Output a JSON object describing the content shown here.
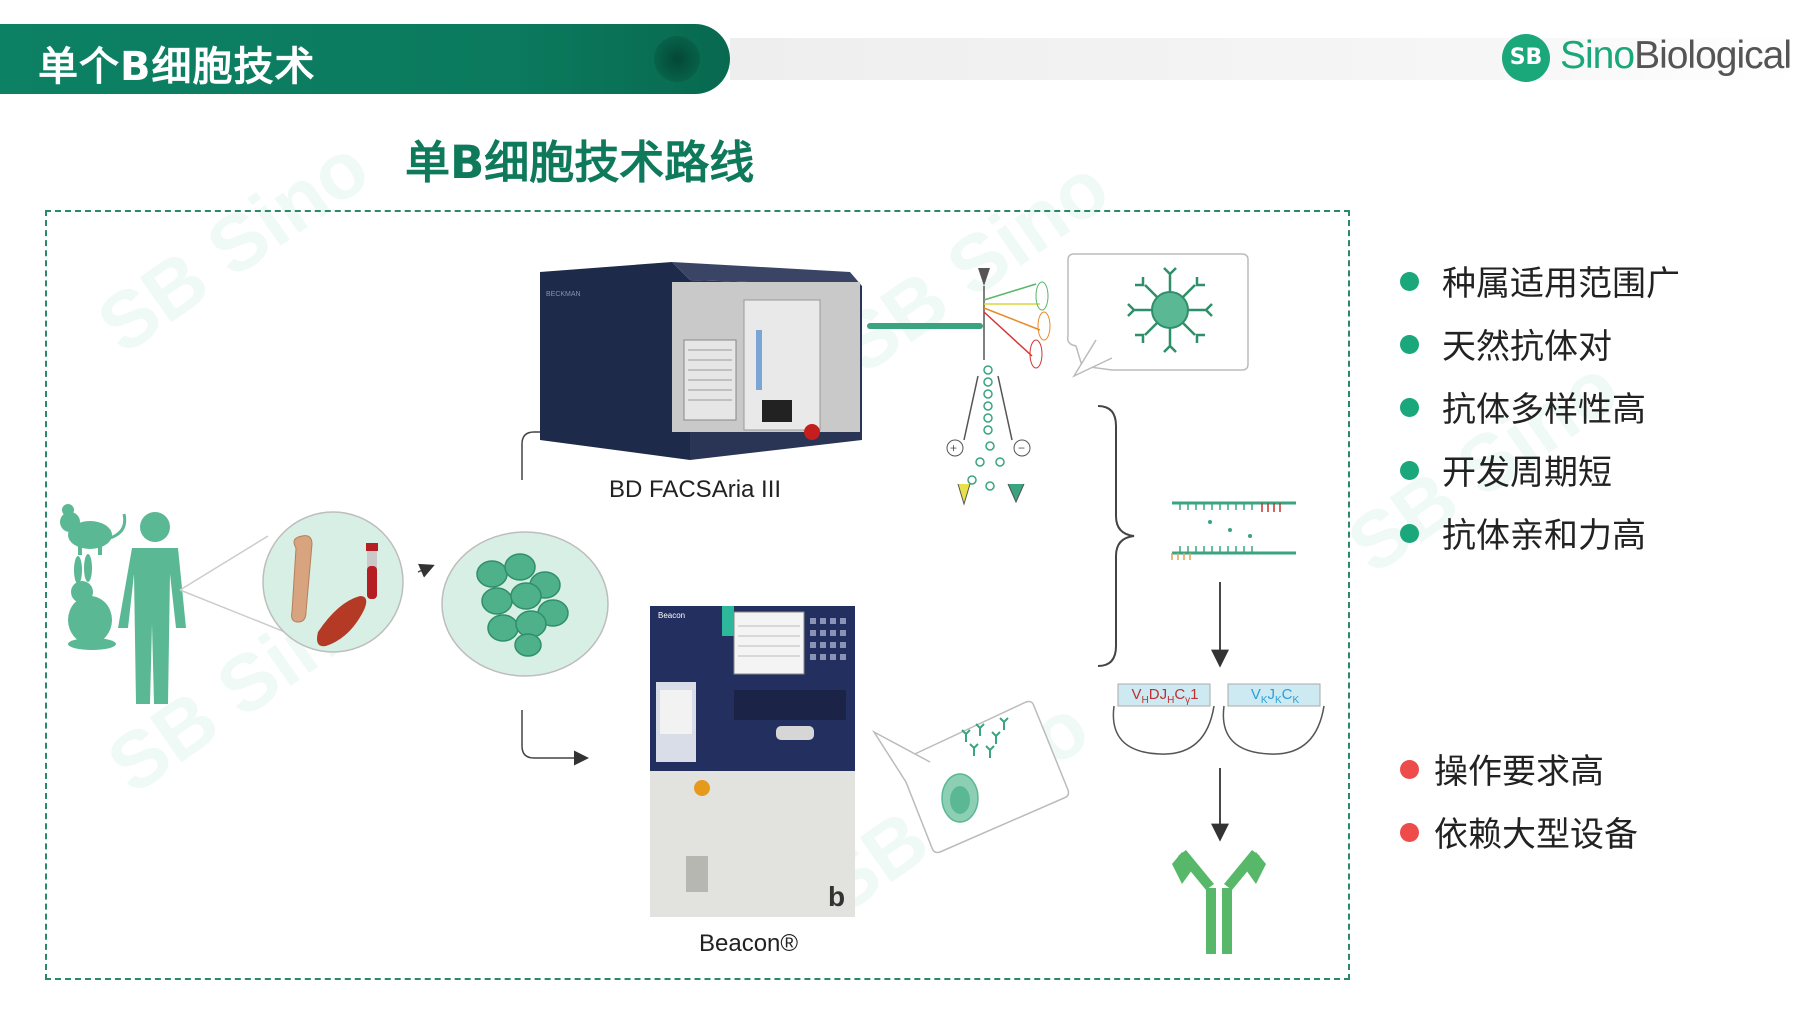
{
  "header": {
    "title": "单个B细胞技术",
    "logo_badge": "SB",
    "logo_sino": "Sino",
    "logo_rest": "Biological"
  },
  "diagram": {
    "title": "单B细胞技术路线",
    "instrument_1": "BD FACSAria III",
    "instrument_2": "Beacon®",
    "gene_heavy": {
      "base": "V",
      "sub1": "H",
      "mid": "DJ",
      "sub2": "H",
      "base2": "C",
      "sub3": "γ",
      "tail": "1"
    },
    "gene_light": {
      "base": "V",
      "sub1": "K",
      "mid": "J",
      "sub2": "K",
      "base2": "C",
      "sub3": "K"
    }
  },
  "advantages": [
    "种属适用范围广",
    "天然抗体对",
    "抗体多样性高",
    "开发周期短",
    "抗体亲和力高"
  ],
  "limitations": [
    "操作要求高",
    "依赖大型设备"
  ],
  "colors": {
    "brand_green": "#0d8164",
    "accent_green": "#1aa77a",
    "figure_green": "#5bb894",
    "red_dot": "#ee4b4b"
  }
}
